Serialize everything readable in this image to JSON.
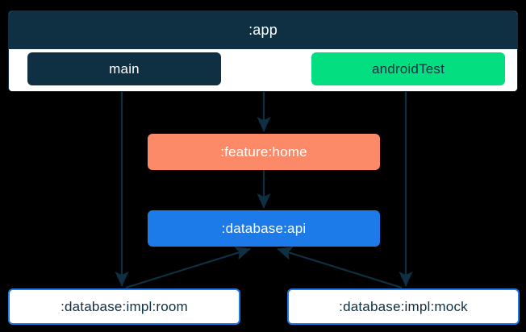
{
  "diagram": {
    "type": "module-dependency-graph",
    "background_color": "#000000",
    "cluster": {
      "title": ":app",
      "header_color": "#0F3043",
      "body_color": "#ffffff",
      "border_color": "#0F3043",
      "source_sets": [
        {
          "label": "main",
          "fill": "#0F3043",
          "text_color": "#ffffff"
        },
        {
          "label": "androidTest",
          "fill": "#02DE80",
          "text_color": "#0F3043"
        }
      ]
    },
    "nodes": [
      {
        "id": "feature-home",
        "label": ":feature:home",
        "fill": "#FC8A68",
        "text_color": "#ffffff"
      },
      {
        "id": "database-api",
        "label": ":database:api",
        "fill": "#1C7BE8",
        "text_color": "#ffffff"
      },
      {
        "id": "database-impl-room",
        "label": ":database:impl:room",
        "fill": "#ffffff",
        "text_color": "#0F3043",
        "border": "#1C7BE8"
      },
      {
        "id": "database-impl-mock",
        "label": ":database:impl:mock",
        "fill": "#ffffff",
        "text_color": "#0F3043",
        "border": "#1C7BE8"
      }
    ],
    "edges": [
      {
        "from": "main",
        "to": "database-impl-room",
        "style": "solid",
        "color": "#0F3043"
      },
      {
        "from": "app",
        "to": "feature-home",
        "style": "solid",
        "color": "#0F3043"
      },
      {
        "from": "androidTest",
        "to": "database-impl-mock",
        "style": "solid",
        "color": "#0F3043"
      },
      {
        "from": "feature-home",
        "to": "database-api",
        "style": "solid",
        "color": "#0F3043"
      },
      {
        "from": "database-impl-room",
        "to": "database-api",
        "style": "solid",
        "color": "#0F3043"
      },
      {
        "from": "database-impl-mock",
        "to": "database-api",
        "style": "solid",
        "color": "#0F3043"
      }
    ],
    "edge_color": "#0F3043"
  }
}
